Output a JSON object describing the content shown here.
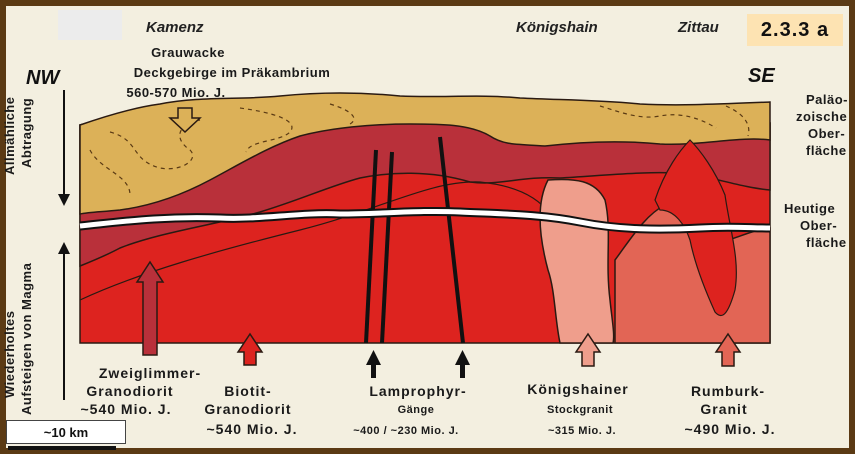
{
  "badge": "2.3.3 a",
  "places": {
    "kamenz": "Kamenz",
    "koenigshain": "Königshain",
    "zittau": "Zittau"
  },
  "directions": {
    "nw": "NW",
    "se": "SE"
  },
  "cover": {
    "line1": "Grauwacke",
    "line2": "Deckgebirge im Präkambrium",
    "line3": "560-570 Mio. J."
  },
  "left_axis": {
    "upper_1": "Allmähliche",
    "upper_2": "Abtragung",
    "lower_1": "Wiederholtes",
    "lower_2": "Aufsteigen von Magma"
  },
  "right_labels": {
    "paleo_1": "Paläo-",
    "paleo_2": "zoische",
    "paleo_3": "Ober-",
    "paleo_4": "fläche",
    "today_1": "Heutige",
    "today_2": "Ober-",
    "today_3": "fläche"
  },
  "units": {
    "zweiglimmer_1": "Zweiglimmer-",
    "zweiglimmer_2": "Granodiorit",
    "zweiglimmer_3": "~540 Mio. J.",
    "biotit_1": "Biotit-",
    "biotit_2": "Granodiorit",
    "biotit_3": "~540 Mio. J.",
    "lamprophyr_1": "Lamprophyr-",
    "lamprophyr_2": "Gänge",
    "lamprophyr_3": "~400 / ~230 Mio. J.",
    "koenigshainer_1": "Königshainer",
    "koenigshainer_2": "Stockgranit",
    "koenigshainer_3": "~315 Mio. J.",
    "rumburk_1": "Rumburk-",
    "rumburk_2": "Granit",
    "rumburk_3": "~490 Mio. J."
  },
  "scale": "~10 km",
  "colors": {
    "greywacke": "#dcb158",
    "zweiglimmer": "#b9303a",
    "biotit": "#dd231f",
    "koenigshainer": "#ef9e8c",
    "rumburk": "#e26555",
    "background": "#f3efe0",
    "frame": "#5b3a14"
  }
}
